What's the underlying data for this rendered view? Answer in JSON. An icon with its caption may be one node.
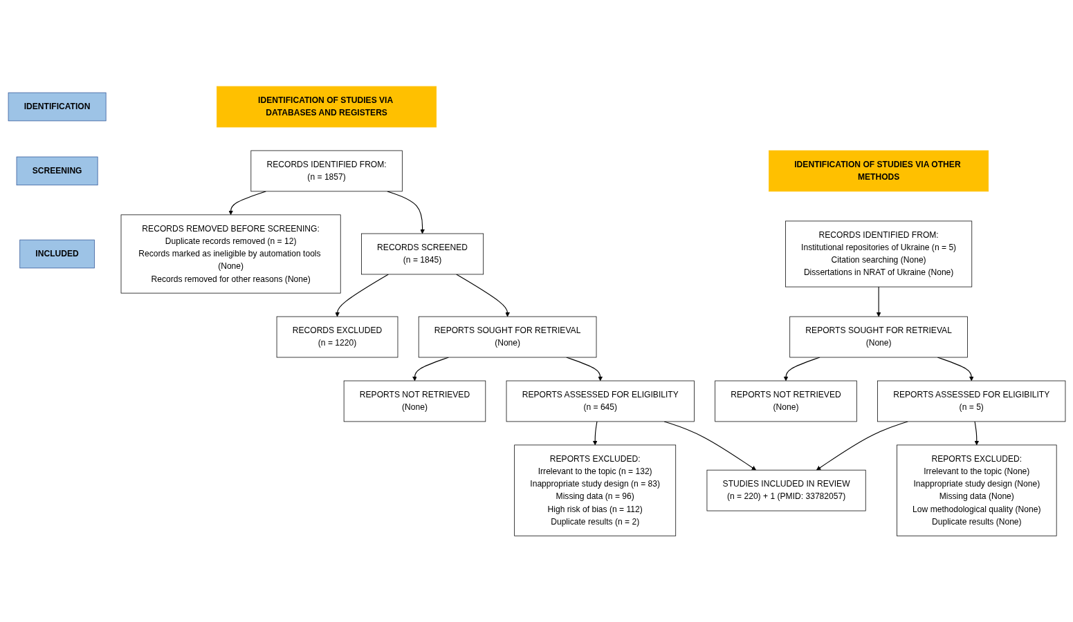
{
  "diagram": {
    "nodes": [
      {
        "text": [
          "IDENTIFICATION OF STUDIES VIA DATABASES AND REGISTERS"
        ]
      },
      {
        "text": [
          "IDENTIFICATION OF STUDIES VIA OTHER METHODS"
        ]
      },
      {
        "text": [
          "IDENTIFICATION"
        ]
      },
      {
        "text": [
          "SCREENING"
        ]
      },
      {
        "text": [
          "INCLUDED"
        ]
      },
      {
        "text": [
          "RECORDS IDENTIFIED FROM:",
          "(n = 1857)"
        ]
      },
      {
        "text": [
          "RECORDS REMOVED BEFORE SCREENING:",
          "Duplicate records removed (n = 12)",
          "Records marked as ineligible by automation tools (None)",
          "Records removed for other reasons (None)"
        ]
      },
      {
        "text": [
          "RECORDS IDENTIFIED FROM:",
          "Institutional repositories of Ukraine (n = 5)",
          "Citation searching (None)",
          "Dissertations in NRAT of Ukraine (None)"
        ]
      },
      {
        "text": [
          "RECORDS SCREENED",
          "(n = 1845)"
        ]
      },
      {
        "text": [
          "RECORDS EXCLUDED",
          "(n = 1220)"
        ]
      },
      {
        "text": [
          "REPORTS SOUGHT FOR RETRIEVAL",
          "(None)"
        ]
      },
      {
        "text": [
          "REPORTS NOT RETRIEVED",
          "(None)"
        ]
      },
      {
        "text": [
          "REPORTS SOUGHT FOR RETRIEVAL",
          "(None)"
        ]
      },
      {
        "text": [
          "REPORTS NOT RETRIEVED",
          "(None)"
        ]
      },
      {
        "text": [
          "REPORTS ASSESSED FOR ELIGIBILITY",
          "(n = 645)"
        ]
      },
      {
        "text": [
          "REPORTS EXCLUDED:",
          "Irrelevant to the topic (n = 132)",
          "Inappropriate study design (n = 83)",
          "Missing data (n = 96)",
          "High risk of bias (n = 112)",
          "Duplicate results (n = 2)"
        ]
      },
      {
        "text": [
          "REPORTS ASSESSED FOR ELIGIBILITY",
          "(n = 5)"
        ]
      },
      {
        "text": [
          "REPORTS EXCLUDED:",
          "Irrelevant to the topic (None)",
          "Inappropriate study design (None)",
          "Missing data (None)",
          "Low methodological quality (None)",
          "Duplicate results (None)"
        ]
      },
      {
        "text": [
          "STUDIES INCLUDED IN REVIEW",
          "(n = 220) + 1 (PMID: 33782057)"
        ]
      }
    ],
    "edges": [
      {
        "from": 5,
        "to": 6,
        "arrow": "to"
      },
      {
        "from": 5,
        "to": 8,
        "arrow": "to"
      },
      {
        "from": 7,
        "to": 12,
        "arrow": "to"
      },
      {
        "from": 8,
        "to": 9,
        "arrow": "to"
      },
      {
        "from": 8,
        "to": 10,
        "arrow": "to"
      },
      {
        "from": 10,
        "to": 11,
        "arrow": "to"
      },
      {
        "from": 10,
        "to": 14,
        "arrow": "to"
      },
      {
        "from": 12,
        "to": 13,
        "arrow": "to"
      },
      {
        "from": 12,
        "to": 16,
        "arrow": "to"
      },
      {
        "from": 14,
        "to": 15,
        "arrow": "to"
      },
      {
        "from": 14,
        "to": 18,
        "arrow": "to"
      },
      {
        "from": 16,
        "to": 17,
        "arrow": "to"
      },
      {
        "from": 16,
        "to": 18,
        "arrow": "to"
      }
    ]
  }
}
